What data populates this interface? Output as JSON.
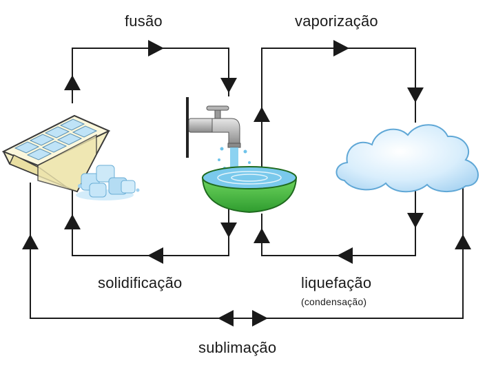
{
  "labels": {
    "fusion": "fusão",
    "vaporization": "vaporização",
    "solidification": "solidificação",
    "liquefaction": "liquefação",
    "condensation": "(condensação)",
    "sublimation": "sublimação"
  },
  "colors": {
    "line": "#1a1a1a",
    "tray": "#f4eec2",
    "ice": "#bfe3f7",
    "water": "#6fc3ea",
    "basin": "#4fc24a",
    "cloud": "#cde8fa",
    "faucet": "#9a9a9a"
  },
  "icons": [
    "ice-tray-icon",
    "ice-cubes-icon",
    "faucet-icon",
    "water-basin-icon",
    "cloud-icon",
    "arrowhead-icon"
  ]
}
